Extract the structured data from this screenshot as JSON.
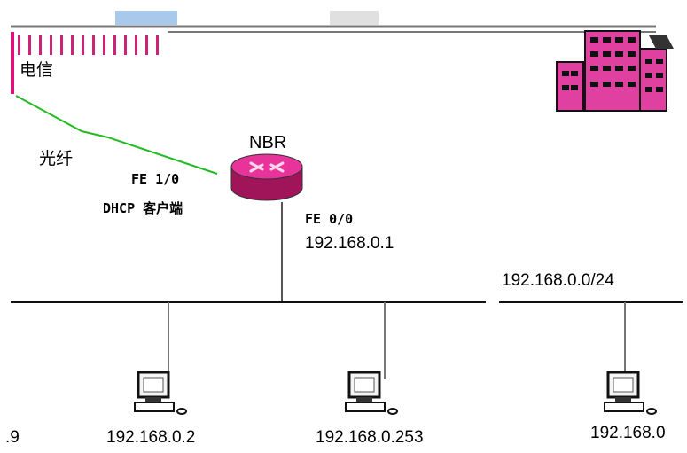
{
  "isp": {
    "label": "电信"
  },
  "fiber": {
    "label": "光纤"
  },
  "router": {
    "name": "NBR",
    "wan_interface": "FE 1/0",
    "wan_mode": "DHCP 客户端",
    "lan_interface": "FE 0/0",
    "lan_ip": "192.168.0.1"
  },
  "lan": {
    "subnet": "192.168.0.0/24"
  },
  "hosts": [
    {
      "ip": ".9"
    },
    {
      "ip": "192.168.0.2"
    },
    {
      "ip": "192.168.0.253"
    },
    {
      "ip": "192.168.0"
    }
  ],
  "colors": {
    "fiber": "#22bb22",
    "router": "#cc2277",
    "building": "#e040a0",
    "cloud": "#dd1177"
  }
}
